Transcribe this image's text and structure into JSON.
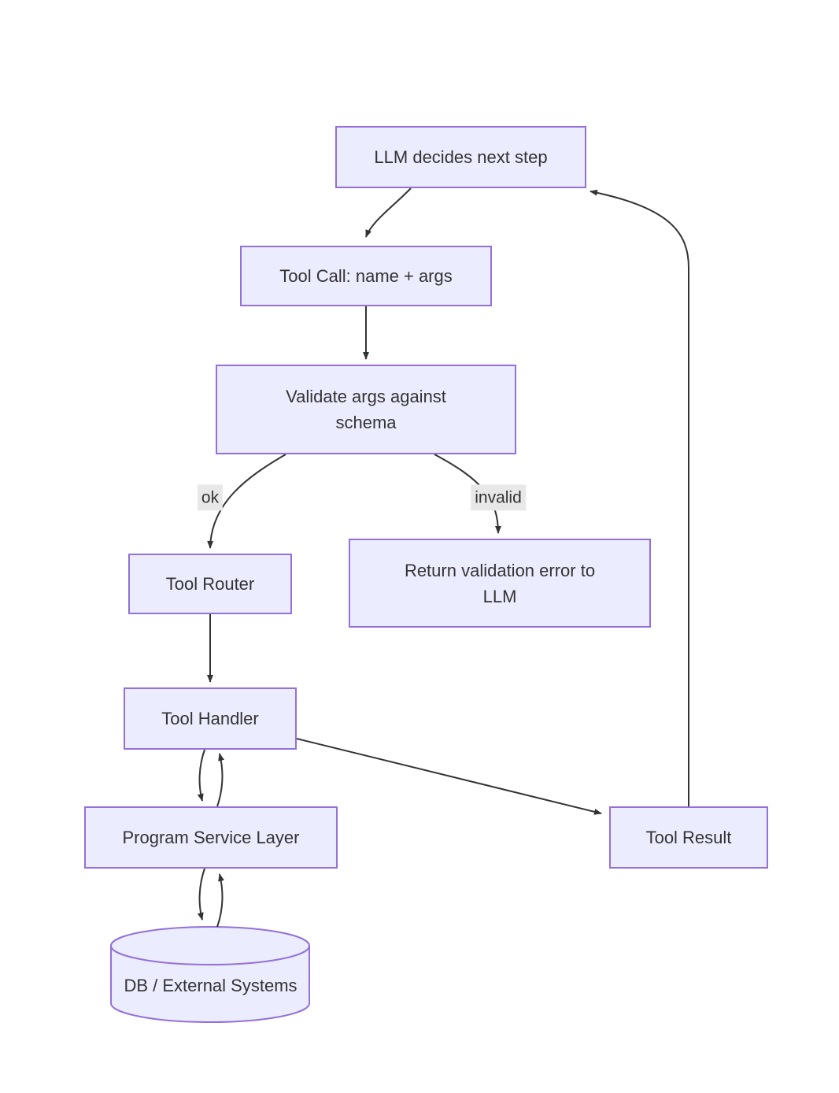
{
  "diagram": {
    "type": "flowchart",
    "colors": {
      "background": "#ffffff",
      "node_fill": "#ECECFF",
      "node_border": "#9370DB",
      "edge_color": "#333333",
      "text_color": "#333333",
      "edge_label_bg": "#e8e8e8"
    },
    "nodes": {
      "llm": {
        "label": "LLM decides next step"
      },
      "tool_call": {
        "label": "Tool Call: name + args"
      },
      "validate": {
        "label": "Validate args against",
        "label2": "schema"
      },
      "tool_router": {
        "label": "Tool Router"
      },
      "return_error": {
        "label": "Return validation error to",
        "label2": "LLM"
      },
      "tool_handler": {
        "label": "Tool Handler"
      },
      "service_layer": {
        "label": "Program Service Layer"
      },
      "tool_result": {
        "label": "Tool Result"
      },
      "db": {
        "label": "DB / External Systems"
      }
    },
    "edge_labels": {
      "ok": "ok",
      "invalid": "invalid"
    },
    "edges": [
      "LLM decides next step -> Tool Call: name + args",
      "Tool Call: name + args -> Validate args against schema",
      "Validate args against schema -ok-> Tool Router",
      "Validate args against schema -invalid-> Return validation error to LLM",
      "Tool Router -> Tool Handler",
      "Tool Handler <-> Program Service Layer",
      "Program Service Layer <-> DB / External Systems",
      "Tool Handler -> Tool Result",
      "Tool Result -> LLM decides next step"
    ]
  }
}
